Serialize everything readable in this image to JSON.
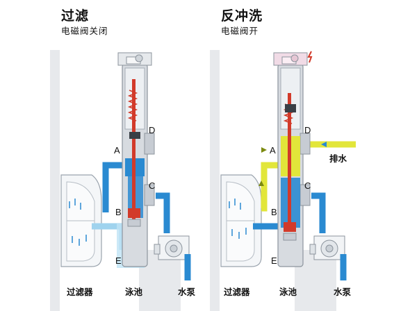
{
  "left_panel": {
    "title": "过滤",
    "subtitle": "电磁阀关闭",
    "port_labels": {
      "A": "A",
      "B": "B",
      "C": "C",
      "D": "D",
      "E": "E"
    },
    "bottom_labels": {
      "filter": "过滤器",
      "pool": "泳池",
      "pump": "水泵"
    }
  },
  "right_panel": {
    "title": "反冲洗",
    "subtitle": "电磁阀开",
    "port_labels": {
      "A": "A",
      "B": "B",
      "C": "C",
      "D": "D",
      "E": "E"
    },
    "bottom_labels": {
      "filter": "过滤器",
      "pool": "泳池",
      "pump": "水泵"
    },
    "drain_label": "排水"
  },
  "colors": {
    "water_blue": "#2a8ad1",
    "light_blue": "#9fd3ee",
    "backwash_yellow": "#e2e63a",
    "rod_red": "#d23a2a",
    "valve_gray": "#c7ccd3",
    "wall_gray": "#e7e9ec"
  }
}
